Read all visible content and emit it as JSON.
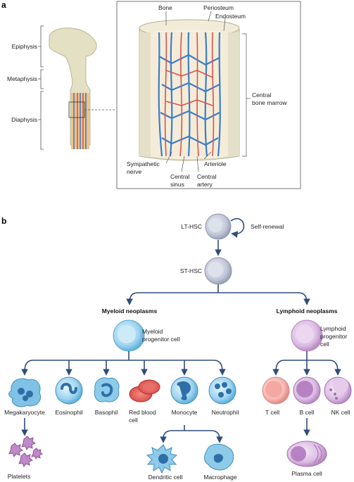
{
  "panel_a": {
    "letter": "a",
    "left_labels": {
      "epiphysis": "Epiphysis",
      "metaphysis": "Metaphysis",
      "diaphysis": "Diaphysis"
    },
    "inset_labels": {
      "bone": "Bone",
      "periosteum": "Periosteum",
      "endosteum": "Endosteum",
      "central_bone_marrow": [
        "Central",
        "bone marrow"
      ],
      "sympathetic_nerve": [
        "Sympathetic",
        "nerve"
      ],
      "central_sinus": [
        "Central",
        "sinus"
      ],
      "central_artery": [
        "Central",
        "artery"
      ],
      "arteriole": "Arteriole"
    }
  },
  "panel_b": {
    "letter": "b",
    "lt_hsc": "LT-HSC",
    "self_renewal": "Self-renewal",
    "st_hsc": "ST-HSC",
    "myeloid_neoplasms": "Myeloid neoplasms",
    "lymphoid_neoplasms": "Lymphoid neoplasms",
    "myeloid_progenitor": [
      "Myeloid",
      "progenitor cell"
    ],
    "lymphoid_progenitor": [
      "Lymphoid",
      "progenitor",
      "cell"
    ],
    "myeloid_cells": [
      "Megakaryocyte",
      "Eosinophil",
      "Basophil",
      "Red blood",
      "cell",
      "Monocyte",
      "Neutrophil"
    ],
    "platelets": "Platelets",
    "dendritic_cell": "Dendritic cell",
    "macrophage": "Macrophage",
    "lymphoid_cells": [
      "T cell",
      "B cell",
      "NK cell"
    ],
    "plasma_cell": "Plasma cell"
  },
  "colors": {
    "arrow": "#2f4d7a",
    "vein_blue": "#3b7fc4",
    "artery_red": "#d9534f",
    "bone": "#e3dfc8",
    "hsc_gray": "#b9bfcf",
    "myeloid_blue": "#8ecbe9",
    "lymphoid_purple": "#d9b8e0"
  }
}
